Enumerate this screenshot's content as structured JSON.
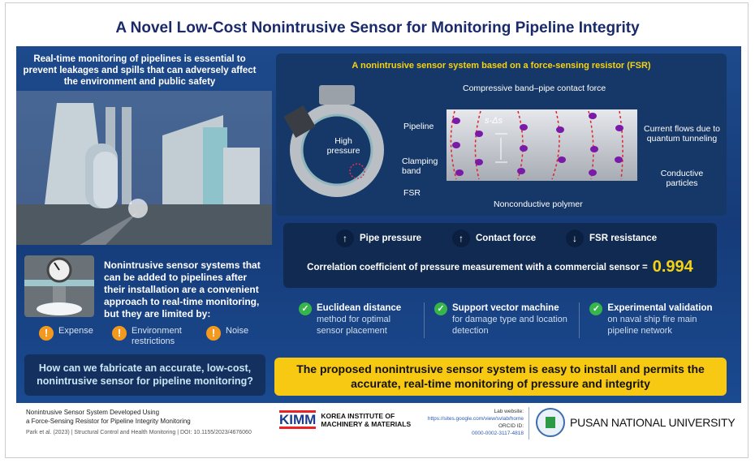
{
  "title": "A Novel Low-Cost Nonintrusive Sensor for Monitoring Pipeline Integrity",
  "left": {
    "intro": "Real-time monitoring of pipelines is essential to prevent leakages and spills that can adversely affect the environment and public safety",
    "nonintrusive": "Nonintrusive sensor systems that can be added to pipelines after their installation are a convenient approach to real-time monitoring, but they are limited by:",
    "limitations": [
      {
        "icon": "warning-icon",
        "label": "Expense"
      },
      {
        "icon": "warning-icon",
        "label": "Environment restrictions"
      },
      {
        "icon": "warning-icon",
        "label": "Noise"
      }
    ],
    "question": "How can we fabricate an accurate, low-cost, nonintrusive sensor for pipeline monitoring?"
  },
  "fsr": {
    "title": "A nonintrusive sensor system based on a force-sensing resistor (FSR)",
    "high_pressure": "High pressure",
    "pipeline": "Pipeline",
    "clamping_band": "Clamping band",
    "fsr": "FSR",
    "contact_force": "Compressive band–pipe contact force",
    "s_delta": "s-Δs",
    "current": "Current flows due to quantum tunneling",
    "particles": "Conductive particles",
    "polymer": "Nonconductive polymer"
  },
  "flow": {
    "steps": [
      {
        "arrow": "↑",
        "label": "Pipe pressure"
      },
      {
        "arrow": "↑",
        "label": "Contact force"
      },
      {
        "arrow": "↓",
        "label": "FSR resistance"
      }
    ],
    "correlation_label": "Correlation coefficient of pressure measurement with a commercial sensor =",
    "correlation_value": "0.994"
  },
  "checks": [
    {
      "title": "Euclidean distance",
      "desc": "method for optimal sensor placement"
    },
    {
      "title": "Support vector machine",
      "desc": "for damage type and location detection"
    },
    {
      "title": "Experimental validation",
      "desc": "on naval ship fire main pipeline network"
    }
  ],
  "conclusion": "The proposed nonintrusive sensor system is easy to install and permits the accurate, real-time monitoring of pressure and integrity",
  "footer": {
    "line1": "Nonintrusive Sensor System Developed Using",
    "line2": "a Force-Sensing Resistor for Pipeline Integrity Monitoring",
    "citation": "Park et al. (2023)  |  Structural Control and Health Monitoring  |  DOI: 10.1155/2023/4676060",
    "kimm_logo": "KIMM",
    "kimm_name1": "KOREA INSTITUTE OF",
    "kimm_name2": "MACHINERY & MATERIALS",
    "lab_label": "Lab website:",
    "lab_url": "https://sites.google.com/view/svlab/home",
    "orcid_label": "ORCID ID:",
    "orcid": "0000-0002-3117-4818",
    "pnu": "PUSAN NATIONAL UNIVERSITY"
  },
  "colors": {
    "accent_yellow": "#f5d313",
    "navy": "#163b78",
    "check_green": "#35b54a",
    "warn_orange": "#f39a1e"
  }
}
